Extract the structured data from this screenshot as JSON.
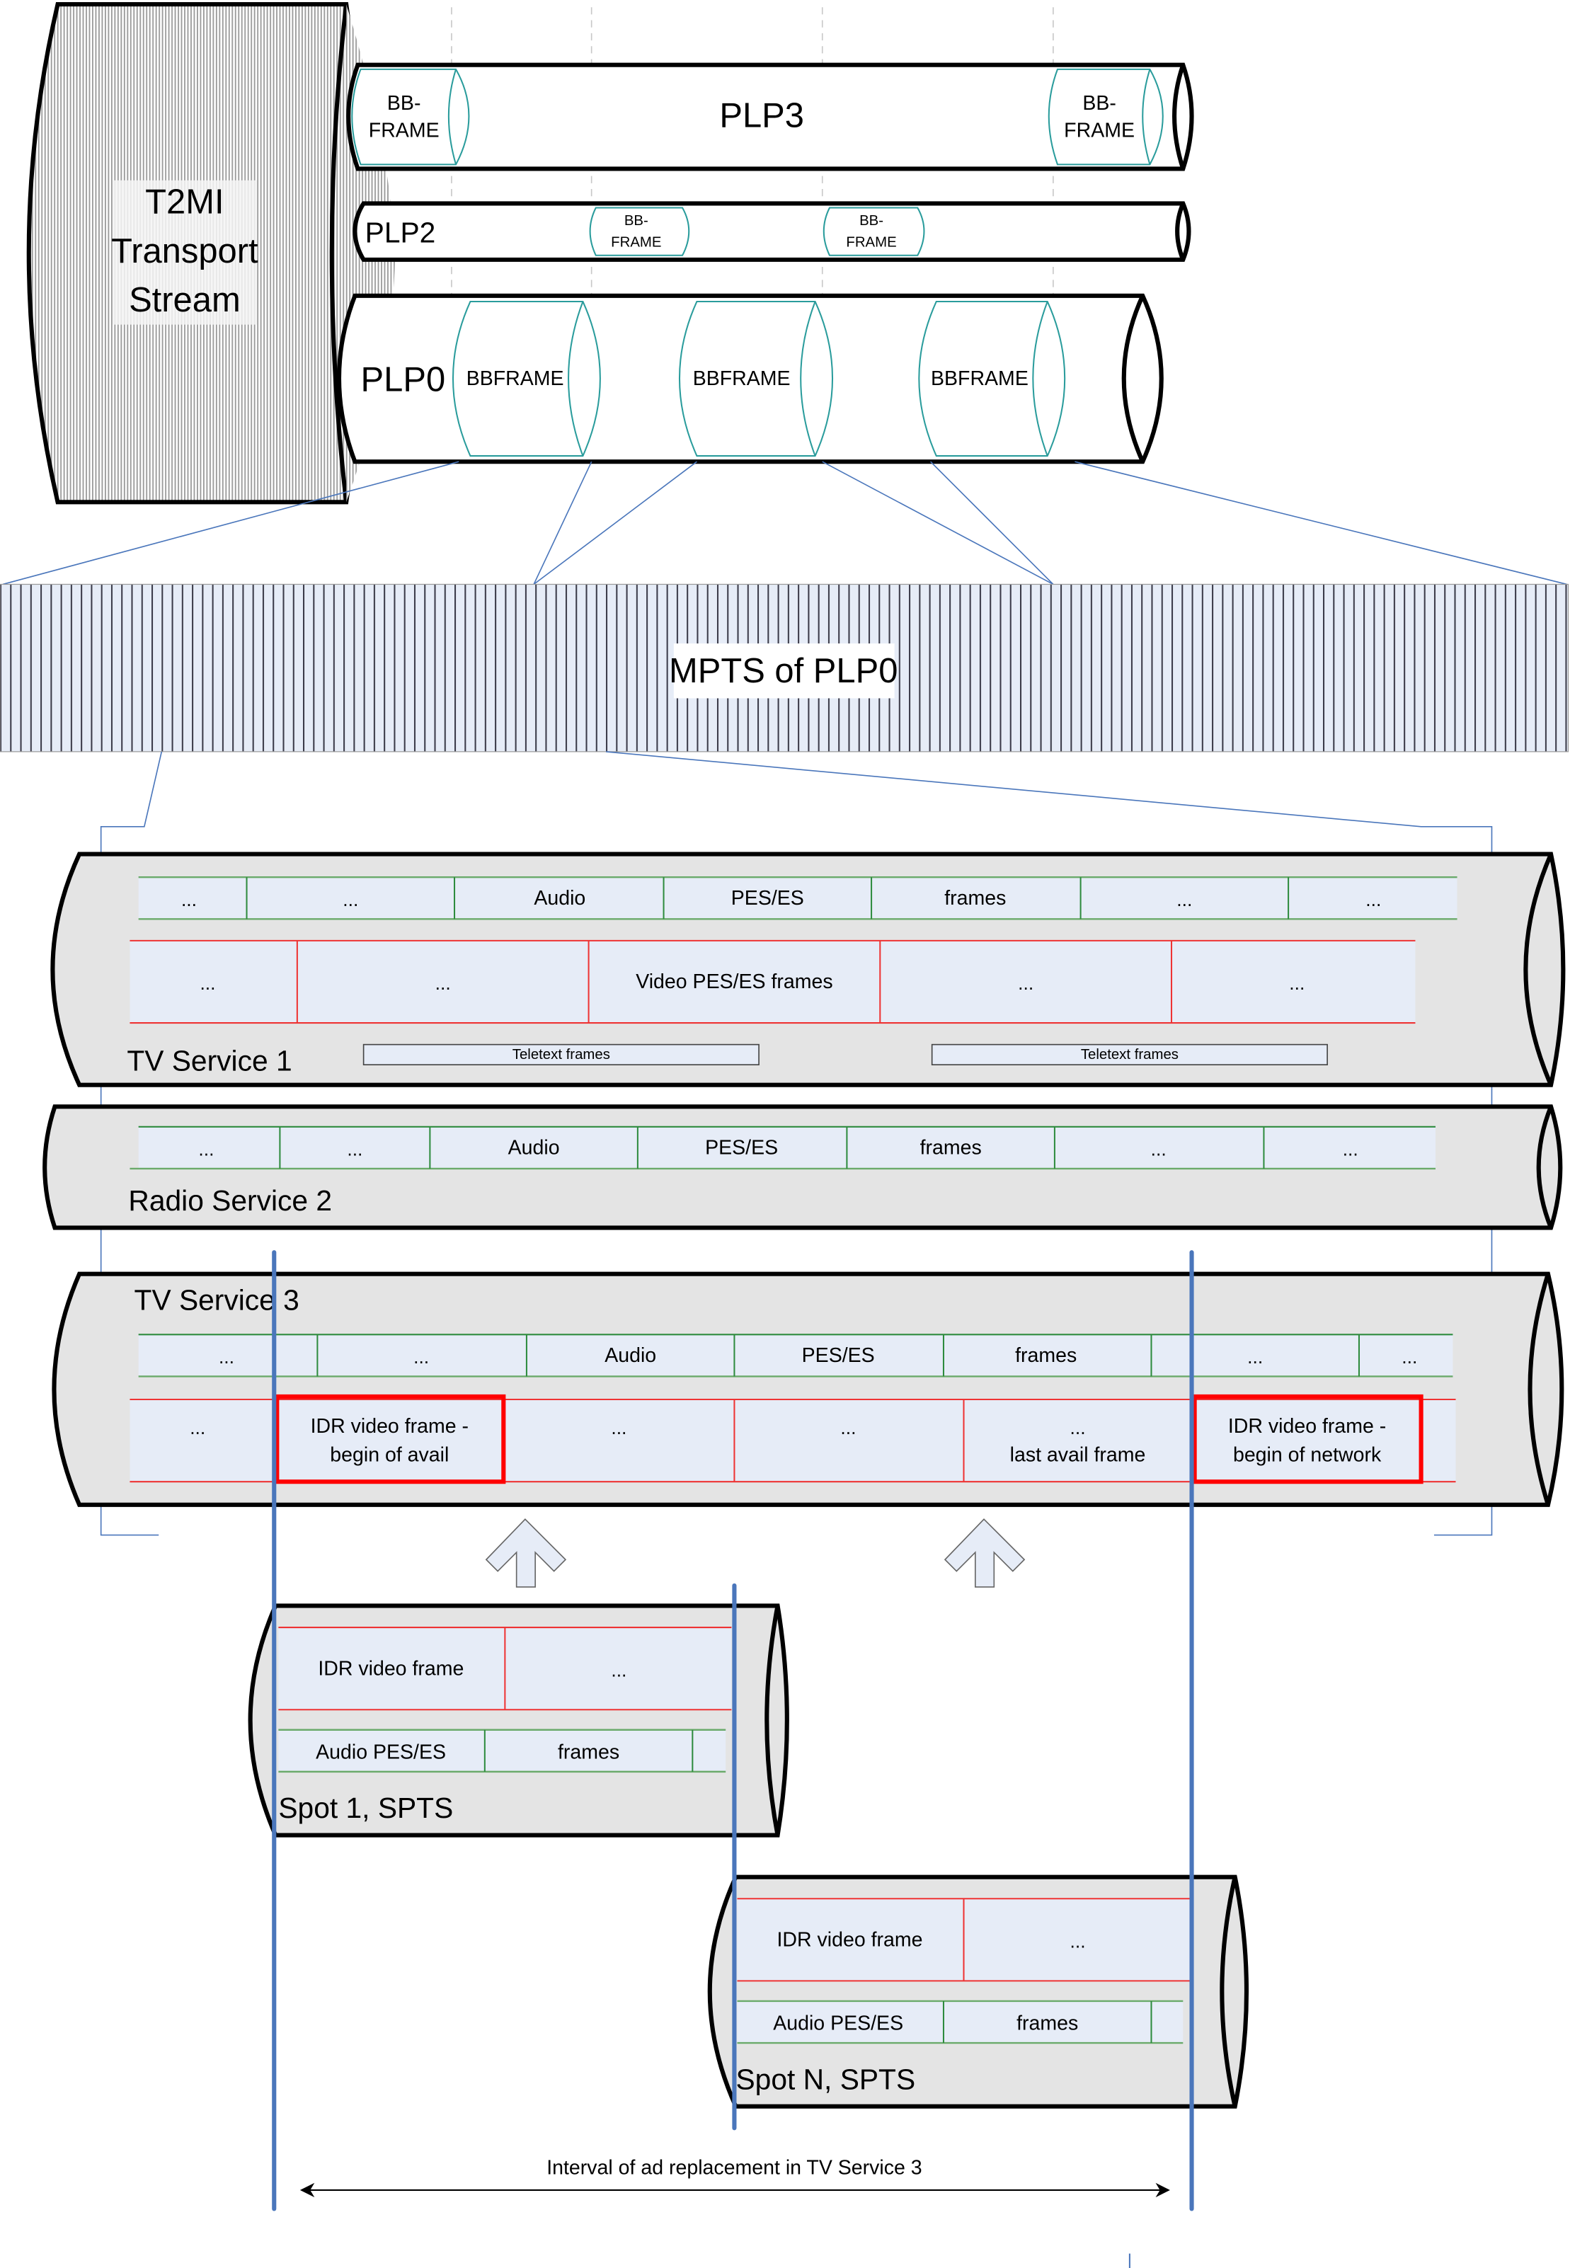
{
  "t2mi": {
    "label_lines": [
      "T2MI",
      "Transport",
      "Stream"
    ]
  },
  "plps": {
    "plp3": {
      "label": "PLP3",
      "frames": [
        "BB-|FRAME",
        "BB-|FRAME"
      ]
    },
    "plp2": {
      "label": "PLP2",
      "frames": [
        "BB-|FRAME",
        "BB-|FRAME"
      ]
    },
    "plp0": {
      "label": "PLP0",
      "frames": [
        "BBFRAME",
        "BBFRAME",
        "BBFRAME"
      ]
    }
  },
  "bbframe_line1": "BB-",
  "bbframe_line2": "FRAME",
  "bbframe_single": "BBFRAME",
  "mpts": {
    "label": "MPTS of PLP0"
  },
  "tv1": {
    "label": "TV Service 1",
    "audio": [
      "...",
      "...",
      "Audio",
      "PES/ES",
      "frames",
      "...",
      "..."
    ],
    "video": [
      "...",
      "...",
      "Video PES/ES frames",
      "...",
      "..."
    ],
    "teletext": [
      "Teletext frames",
      "Teletext frames"
    ]
  },
  "radio2": {
    "label": "Radio Service 2",
    "audio": [
      "...",
      "...",
      "Audio",
      "PES/ES",
      "frames",
      "...",
      "..."
    ]
  },
  "tv3": {
    "label": "TV Service 3",
    "audio": [
      "...",
      "...",
      "Audio",
      "PES/ES",
      "frames",
      "...",
      "..."
    ],
    "video": [
      "...",
      "IDR video frame -",
      "begin of avail",
      "...",
      "...",
      "...",
      "last avail frame",
      "IDR video frame -",
      "begin of network"
    ]
  },
  "spot1": {
    "label": "Spot 1, SPTS",
    "video": [
      "IDR video frame",
      "..."
    ],
    "audio": [
      "Audio PES/ES",
      "frames"
    ]
  },
  "spotn": {
    "label": "Spot N, SPTS",
    "video": [
      "IDR video frame",
      "..."
    ],
    "audio": [
      "Audio PES/ES",
      "frames"
    ]
  },
  "interval": {
    "label": "Interval of ad replacement in TV Service 3"
  },
  "colors": {
    "cell_fill": "#e6ecf7",
    "cylinder_fill": "#e4e4e4",
    "audio_border": "#2e8b3e",
    "video_border": "#ff0000",
    "marker_blue": "#4a76bb",
    "bbframe_outline": "#2a9c9c"
  }
}
